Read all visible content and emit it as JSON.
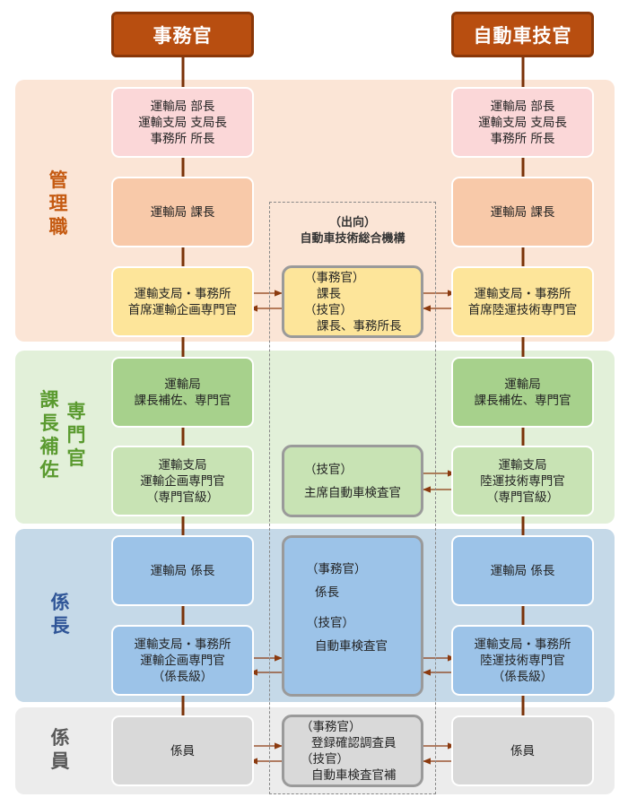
{
  "headers": {
    "left": "事務官",
    "right": "自動車技官"
  },
  "bands": [
    {
      "label_lines": [
        "管",
        "理",
        "職"
      ],
      "color": "#c55a11"
    },
    {
      "label_lines_a": [
        "課",
        "長",
        "補",
        "佐"
      ],
      "label_lines_b": [
        "専",
        "門",
        "官"
      ],
      "color": "#5a9a2f"
    },
    {
      "label_lines": [
        "係",
        "長"
      ],
      "color": "#2f5597"
    },
    {
      "label_lines": [
        "係",
        "員"
      ],
      "color": "#595959"
    }
  ],
  "left_boxes": [
    [
      "運輸局 部長",
      "運輸支局 支局長",
      "事務所 所長"
    ],
    [
      "運輸局 課長"
    ],
    [
      "運輸支局・事務所",
      "首席運輸企画専門官"
    ],
    [
      "運輸局",
      "課長補佐、専門官"
    ],
    [
      "運輸支局",
      "運輸企画専門官",
      "（専門官級）"
    ],
    [
      "運輸局 係長"
    ],
    [
      "運輸支局・事務所",
      "運輸企画専門官",
      "（係長級）"
    ],
    [
      "係員"
    ]
  ],
  "right_boxes": [
    [
      "運輸局 部長",
      "運輸支局 支局長",
      "事務所 所長"
    ],
    [
      "運輸局 課長"
    ],
    [
      "運輸支局・事務所",
      "首席陸運技術専門官"
    ],
    [
      "運輸局",
      "課長補佐、専門官"
    ],
    [
      "運輸支局",
      "陸運技術専門官",
      "（専門官級）"
    ],
    [
      "運輸局 係長"
    ],
    [
      "運輸支局・事務所",
      "陸運技術専門官",
      "（係長級）"
    ],
    [
      "係員"
    ]
  ],
  "center": {
    "title_lines": [
      "（出向）",
      "自動車技術総合機構"
    ],
    "box_kanri": [
      "（事務官）",
      "課長",
      "（技官）",
      "課長、事務所長"
    ],
    "box_hosa": [
      "（技官）",
      "主席自動車検査官"
    ],
    "box_kakaricho": [
      "（事務官）",
      "係長",
      "（技官）",
      "自動車検査官"
    ],
    "box_kakariin": [
      "（事務官）",
      "登録確認調査員",
      "（技官）",
      "自動車検査官補"
    ]
  }
}
